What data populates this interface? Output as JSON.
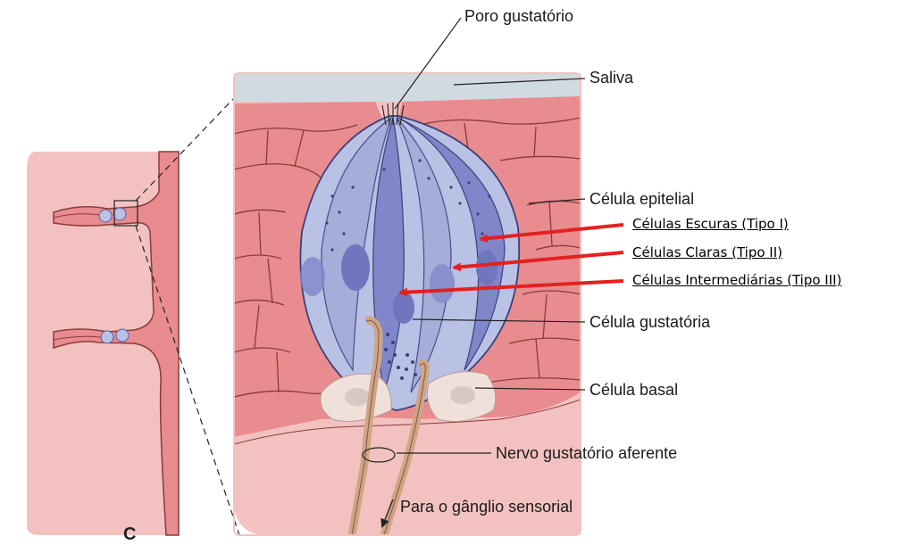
{
  "labels": {
    "poro": "Poro gustatório",
    "saliva": "Saliva",
    "epitelial": "Célula epitelial",
    "gustatoria": "Célula gustatória",
    "basal": "Célula basal",
    "nervo": "Nervo gustatório aferente",
    "ganglio": "Para o gânglio sensorial",
    "panel_letter": "C"
  },
  "annotations": [
    {
      "text": "Células Escuras (Tipo I)"
    },
    {
      "text": "Células Claras (Tipo II)"
    },
    {
      "text": "Células Intermediárias (Tipo III)"
    }
  ],
  "colors": {
    "epithelium": "#e98c8f",
    "epithelium_light": "#f3c2c0",
    "cell_lines": "#8b3a3a",
    "bud_light": "#b9c1e4",
    "bud_dark": "#7f86c9",
    "saliva": "#cfdbe1",
    "basal": "#efe0da",
    "nerve": "#d0a585",
    "arrow": "#e3211f"
  }
}
